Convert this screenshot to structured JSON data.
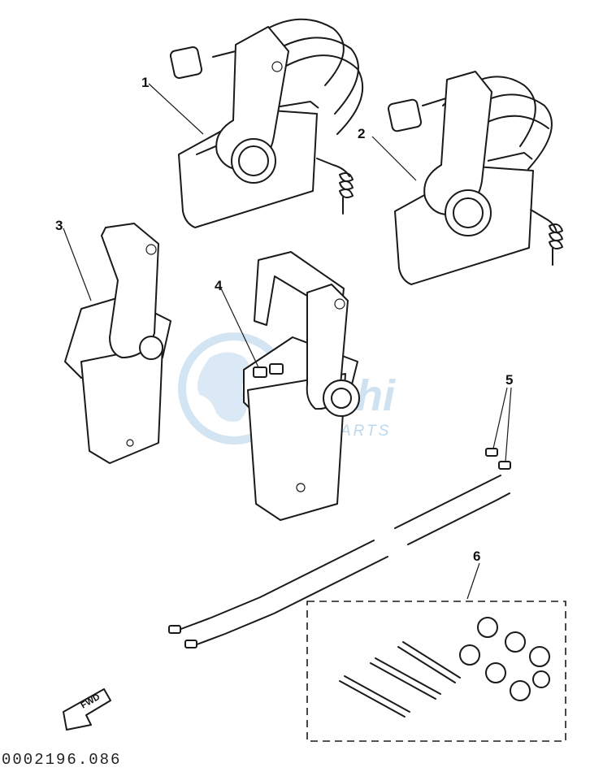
{
  "callouts": [
    {
      "id": "1",
      "label": "1"
    },
    {
      "id": "2",
      "label": "2"
    },
    {
      "id": "3",
      "label": "3"
    },
    {
      "id": "4",
      "label": "4"
    },
    {
      "id": "5",
      "label": "5"
    },
    {
      "id": "6",
      "label": "6"
    }
  ],
  "fwd_label": "FWD",
  "drawing_code": "0002196.086",
  "watermark": {
    "name": "Fishi",
    "sub": "RPARTS",
    "color": "#9ec8e8"
  }
}
